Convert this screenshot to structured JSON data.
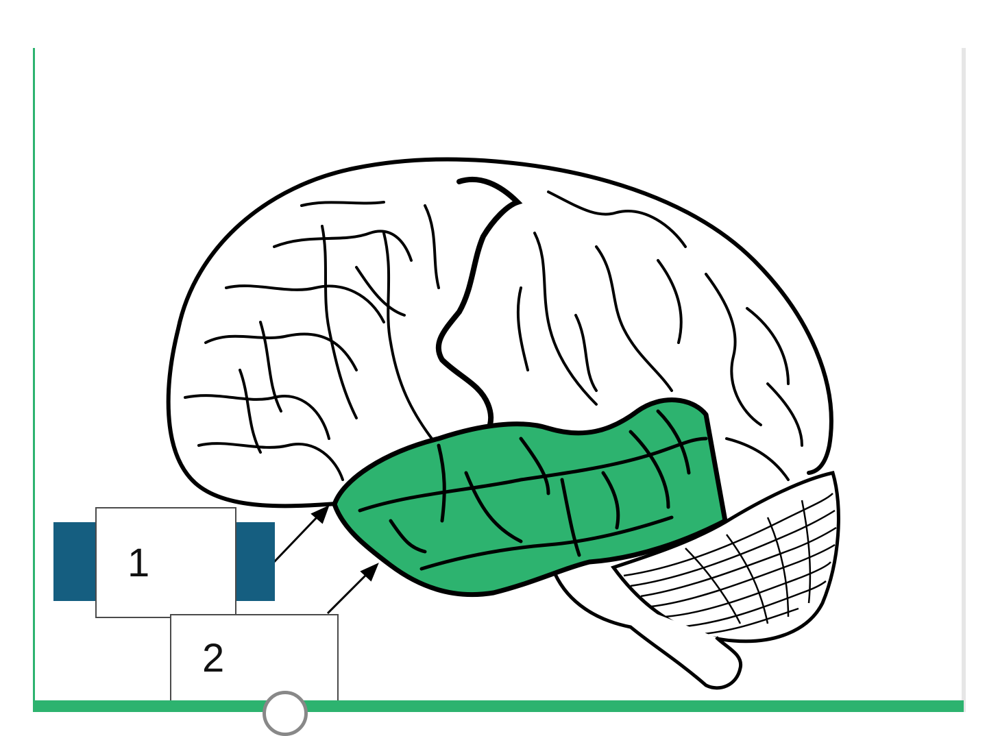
{
  "colors": {
    "accent": "#2db36f",
    "highlight_region": "#2db36f",
    "label_tab": "#155e80",
    "outline": "#000000"
  },
  "diagram": {
    "highlighted_region": "temporal lobe",
    "labels": [
      {
        "id": "label-1",
        "text": "1",
        "has_side_tabs": true
      },
      {
        "id": "label-2",
        "text": "2",
        "has_side_tabs": false
      }
    ]
  },
  "icons": {
    "scroll_handle": "circle-handle-icon"
  }
}
